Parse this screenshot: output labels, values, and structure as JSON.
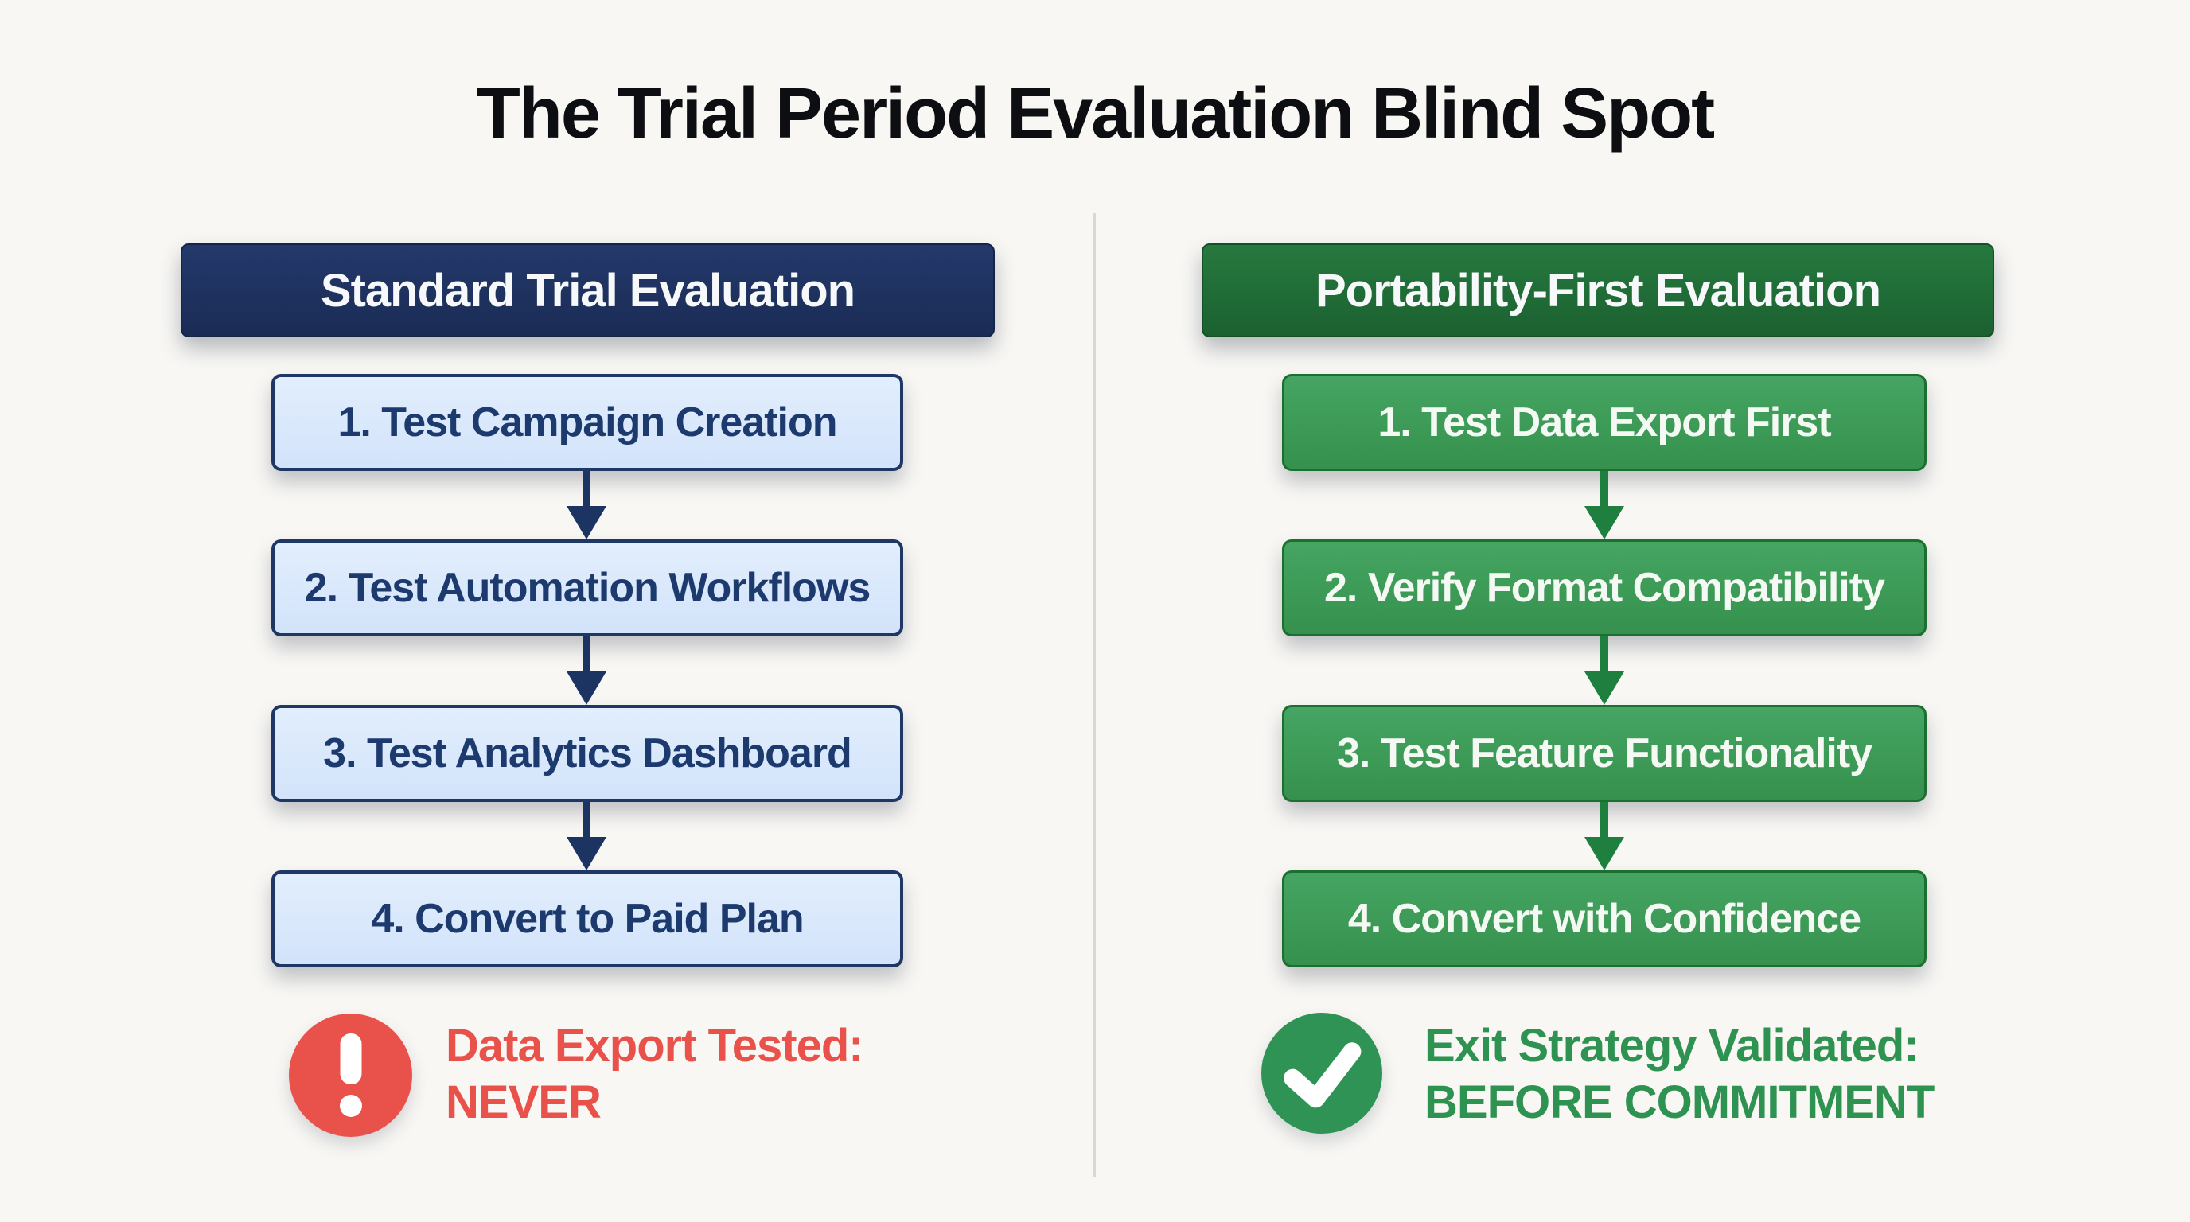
{
  "title": "The Trial Period Evaluation Blind Spot",
  "left_column": {
    "header": "Standard Trial Evaluation",
    "steps": [
      "1. Test Campaign Creation",
      "2. Test Automation Workflows",
      "3. Test Analytics Dashboard",
      "4. Convert to Paid Plan"
    ],
    "verdict_icon": "exclamation-icon",
    "verdict_line1": "Data Export Tested:",
    "verdict_line2": "NEVER"
  },
  "right_column": {
    "header": "Portability-First Evaluation",
    "steps": [
      "1. Test Data Export First",
      "2. Verify Format Compatibility",
      "3. Test Feature Functionality",
      "4. Convert with Confidence"
    ],
    "verdict_icon": "check-icon",
    "verdict_line1": "Exit Strategy Validated:",
    "verdict_line2": "BEFORE COMMITMENT"
  },
  "colors": {
    "bg": "#f8f7f4",
    "title_color": "#0d0e11",
    "navy": "#1d3160",
    "step_blue_bg_top": "#e2eefd",
    "step_blue_bg_bottom": "#d2e3fa",
    "step_blue_border": "#1e3765",
    "step_blue_text": "#1c3a6e",
    "navy_arrow": "#1c3462",
    "green_header": "#216f38",
    "step_green_bg_top": "#46a563",
    "step_green_bg_bottom": "#35914d",
    "step_green_border": "#1b7030",
    "step_green_text": "#f4f9f4",
    "green_arrow": "#1f7f3e",
    "red_accent": "#e9514b",
    "green_accent": "#2e9251",
    "divider": "#d8d8d8"
  }
}
